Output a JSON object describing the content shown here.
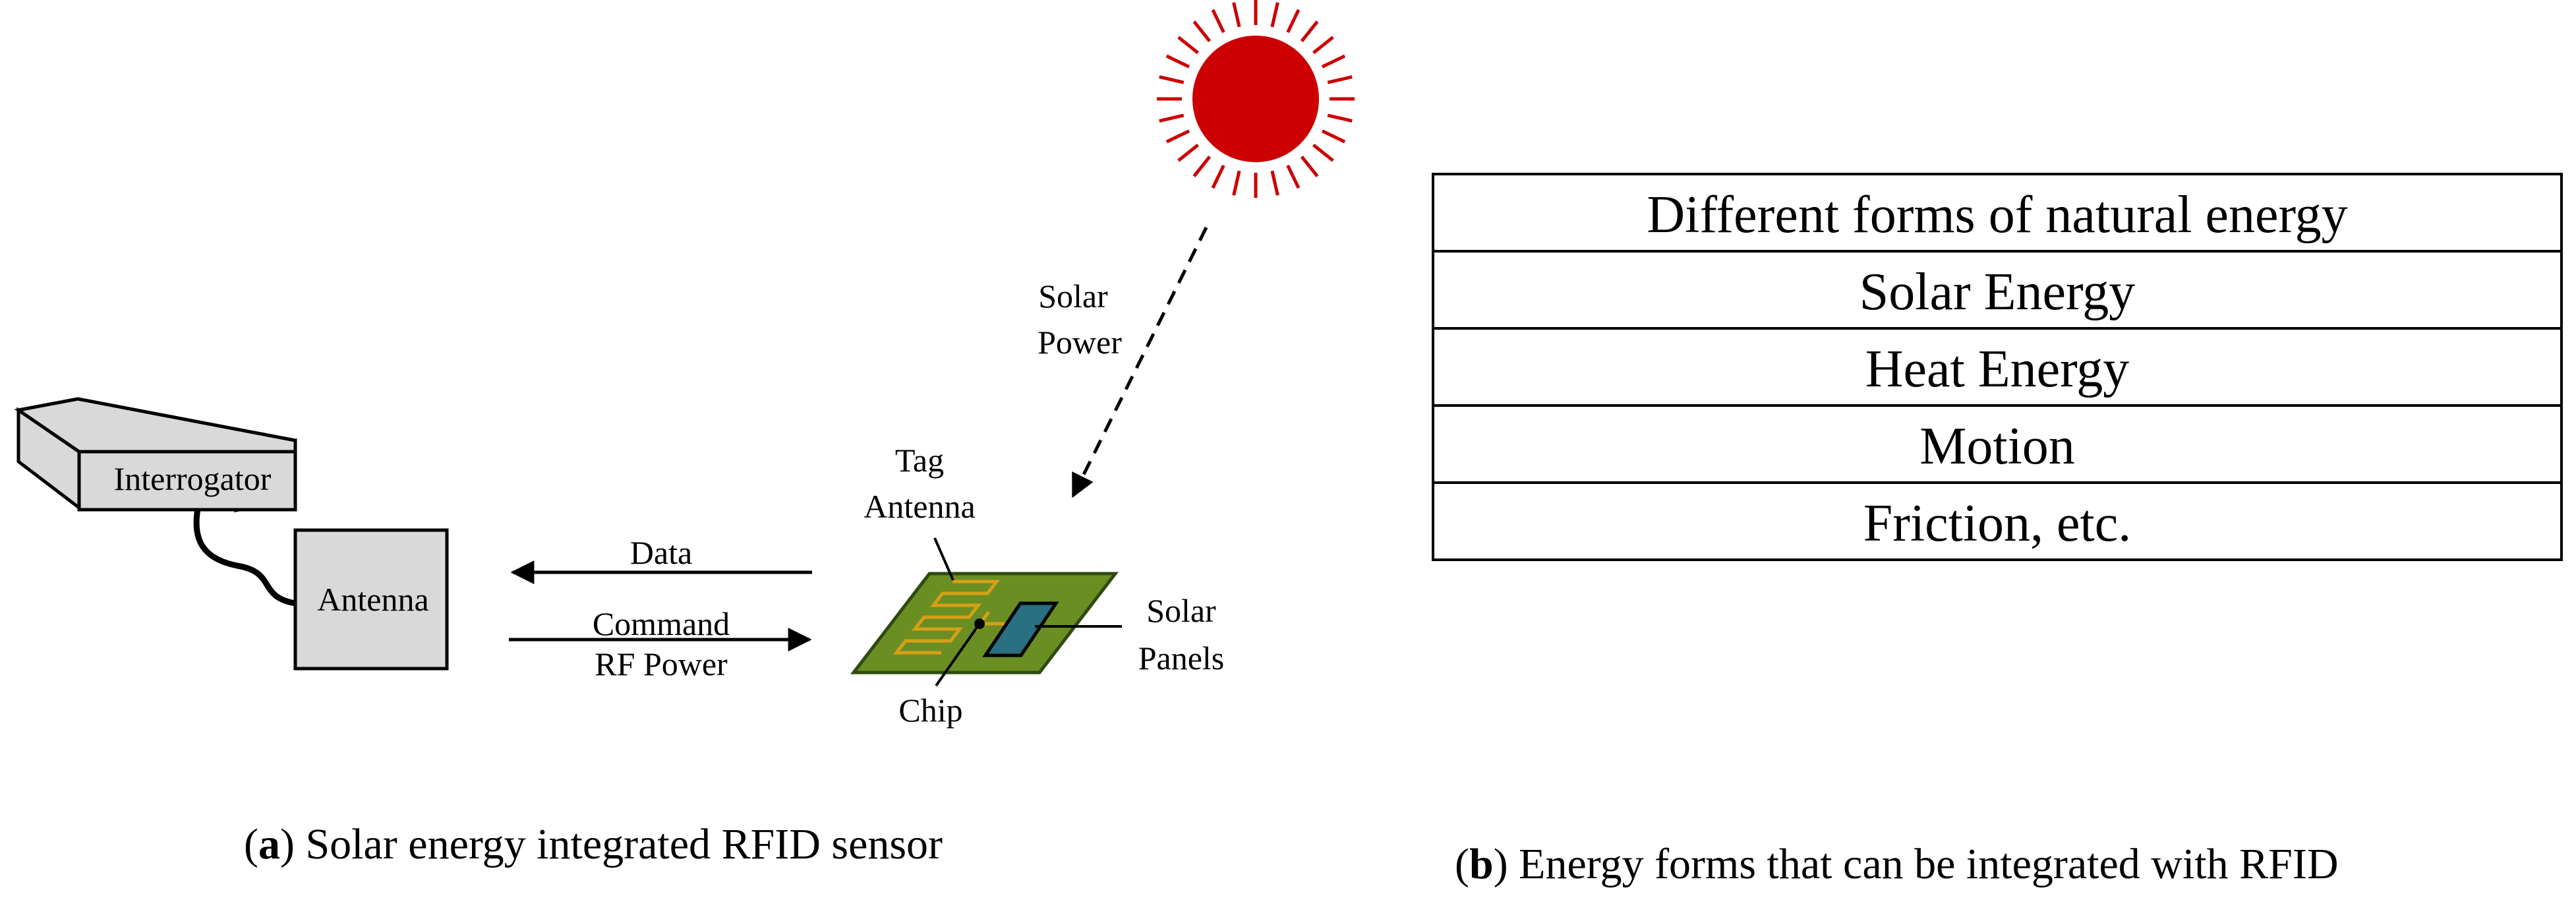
{
  "panel_a": {
    "interrogator_label": "Interrogator",
    "antenna_label": "Antenna",
    "data_label": "Data",
    "command_label": "Command",
    "rf_power_label": "RF Power",
    "solar_power_line1": "Solar",
    "solar_power_line2": "Power",
    "tag_antenna_line1": "Tag",
    "tag_antenna_line2": "Antenna",
    "chip_label": "Chip",
    "solar_panels_line1": "Solar",
    "solar_panels_line2": "Panels",
    "caption_letter": "a",
    "caption_text": ") Solar energy integrated RFID sensor",
    "colors": {
      "sun": "#cc0000",
      "board": "#6b8e23",
      "board_edge": "#2f4a10",
      "coil": "#d4a017",
      "panel": "#2a6f82",
      "box_fill": "#d9d9d9"
    }
  },
  "panel_b": {
    "table_rows": [
      "Different forms of natural energy",
      "Solar Energy",
      "Heat Energy",
      "Motion",
      "Friction, etc."
    ],
    "caption_letter": "b",
    "caption_text": ") Energy forms that can be integrated with RFID"
  }
}
